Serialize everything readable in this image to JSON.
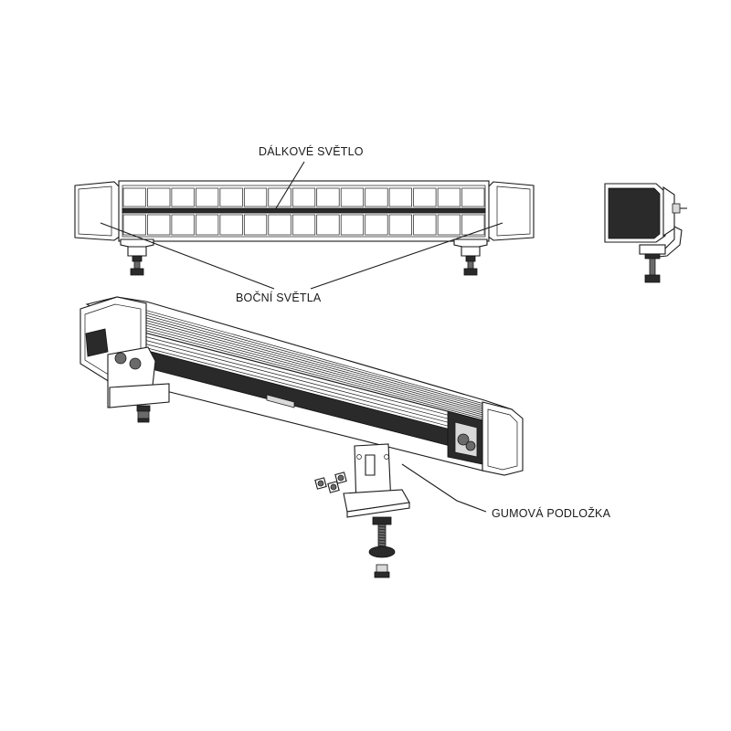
{
  "labels": {
    "high_beam": "DÁLKOVÉ SVĚTLO",
    "side_lights": "BOČNÍ SVĚTLA",
    "rubber_pad": "GUMOVÁ PODLOŽKA"
  }
}
